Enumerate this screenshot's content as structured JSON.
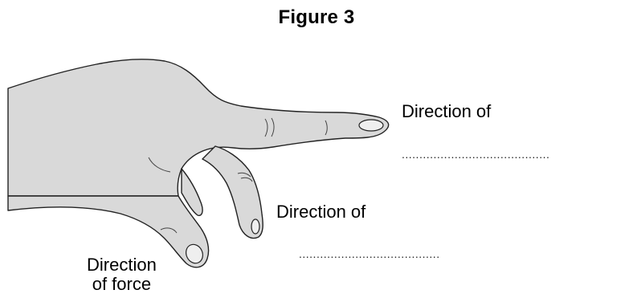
{
  "figure": {
    "title": "Figure 3"
  },
  "labels": {
    "index_finger": "Direction of",
    "middle_finger": "Direction of",
    "thumb_line1": "Direction",
    "thumb_line2": "of force"
  },
  "answer_lines": {
    "index_finger": "..........................................",
    "middle_finger": "........................................"
  },
  "colors": {
    "hand_fill": "#d9d9d9",
    "hand_outline": "#222222"
  }
}
